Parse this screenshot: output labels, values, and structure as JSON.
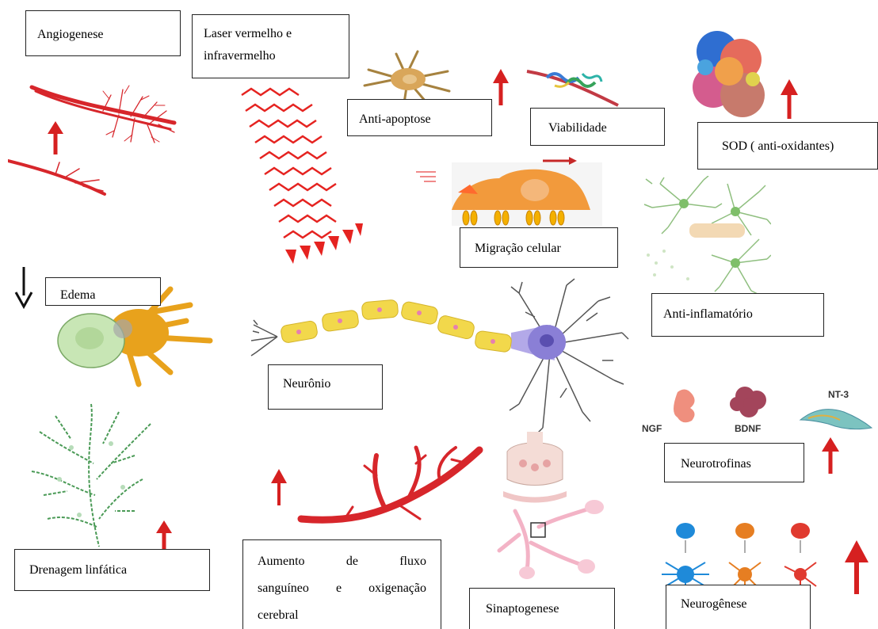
{
  "labels": {
    "angiogenese": "Angiogenese",
    "laser_line1": "Laser vermelho e",
    "laser_line2": "infravermelho",
    "anti_apoptose": "Anti-apoptose",
    "viabilidade": "Viabilidade",
    "sod": "SOD ( anti-oxidantes)",
    "migracao": "Migração celular",
    "edema": "Edema",
    "anti_inflamatorio": "Anti-inflamatório",
    "neuronio": "Neurônio",
    "neurotrofinas": "Neurotrofinas",
    "drenagem": "Drenagem linfática",
    "aumento_line1": "Aumento de fluxo",
    "aumento_line2": "sanguíneo e oxigenação",
    "aumento_line3": "cerebral",
    "sinaptogenese": "Sinaptogenese",
    "neurogenese": "Neurogênese"
  },
  "neurotrophins": {
    "ngf": "NGF",
    "bdnf": "BDNF",
    "nt3": "NT-3"
  },
  "colors": {
    "arrow_up": "#d62020",
    "arrow_down": "#111111",
    "vessel": "#d7262b",
    "laser": "#e52320",
    "lymph": "#4a9a56",
    "myelin": "#f2d84b",
    "neuron_body": "#8a7fd6",
    "microglia": "#e8a21c",
    "cell_orange": "#f29a3c"
  }
}
